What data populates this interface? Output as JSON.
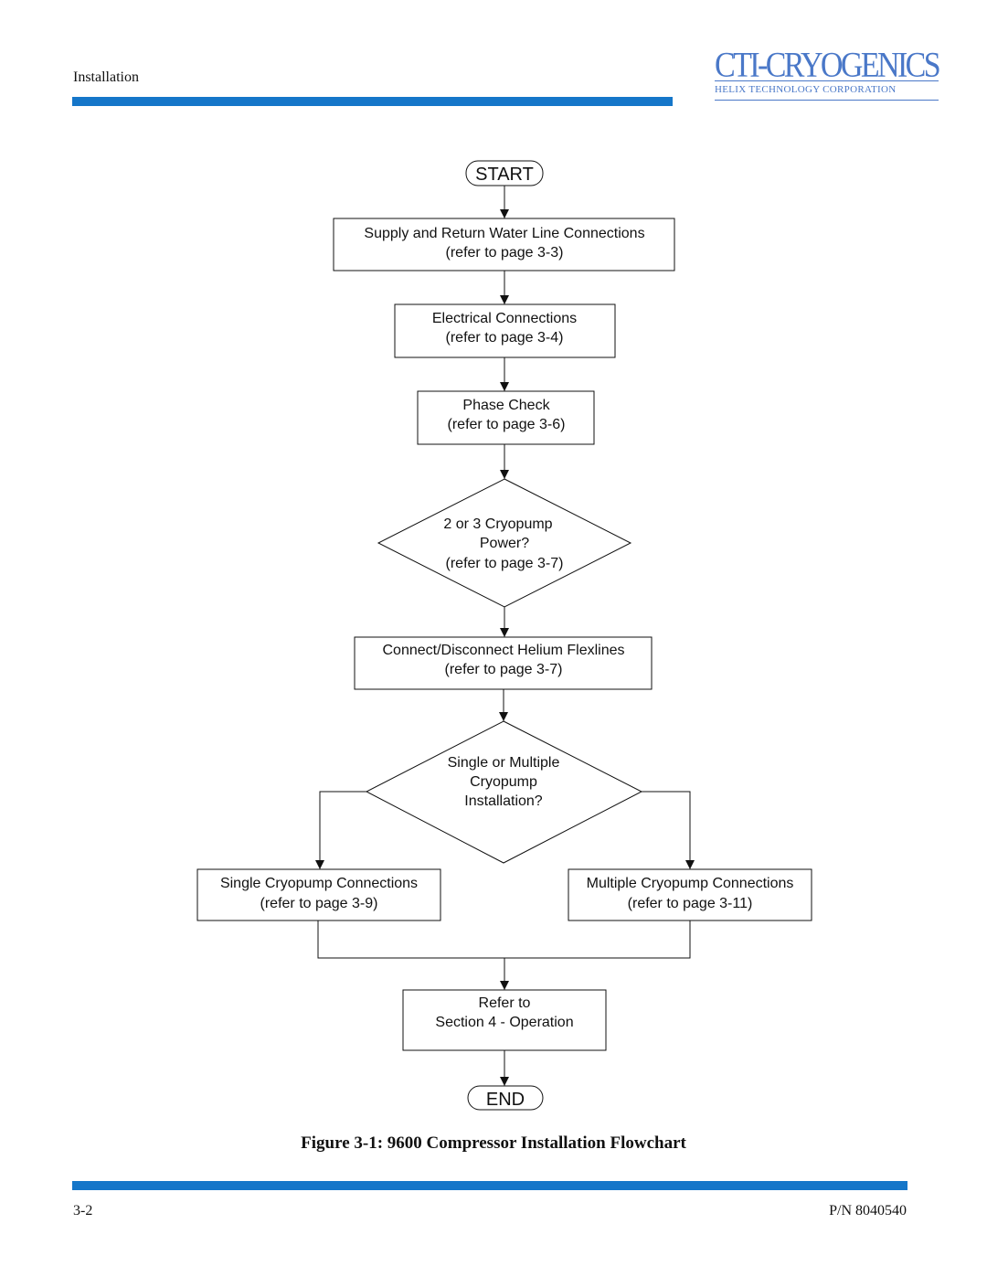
{
  "header": {
    "section": "Installation",
    "logo": "CTI-CRYOGENICS",
    "logo_tagline": "HELIX TECHNOLOGY CORPORATION",
    "accent_color": "#1576c9",
    "logo_color": "#4a78c8"
  },
  "flowchart": {
    "start": "START",
    "step1": [
      "Supply and Return Water Line Connections",
      "(refer to page 3-3)"
    ],
    "step2": [
      "Electrical Connections",
      "(refer to page 3-4)"
    ],
    "step3": [
      "Phase Check",
      "(refer to page 3-6)"
    ],
    "decision1": [
      "2  or 3  Cryopump",
      "Power?",
      "(refer to page 3-7)"
    ],
    "step4": [
      "Connect/Disconnect Helium Flexlines",
      "(refer to page 3-7)"
    ],
    "decision2": [
      "Single or Multiple",
      "Cryopump",
      "Installation?"
    ],
    "single": [
      "Single Cryopump Connections",
      "(refer to page 3-9)"
    ],
    "multiple": [
      "Multiple Cryopump Connections",
      "(refer to page 3-11)"
    ],
    "refer": [
      "Refer to",
      "Section 4 - Operation"
    ],
    "end": "END"
  },
  "caption": "Figure 3-1: 9600 Compressor Installation Flowchart",
  "footer": {
    "page": "3-2",
    "part_number": "P/N 8040540"
  }
}
